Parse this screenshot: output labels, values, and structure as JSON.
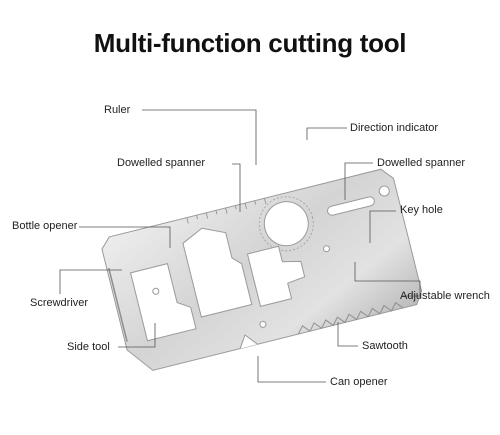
{
  "title": "Multi-function cutting tool",
  "labels": {
    "ruler": "Ruler",
    "direction_indicator": "Direction indicator",
    "dowelled_spanner_left": "Dowelled spanner",
    "dowelled_spanner_right": "Dowelled spanner",
    "key_hole": "Key hole",
    "bottle_opener": "Bottle opener",
    "screwdriver": "Screwdriver",
    "adjustable_wrench": "Adjustable wrench",
    "sawtooth": "Sawtooth",
    "side_tool": "Side tool",
    "can_opener": "Can opener"
  },
  "colors": {
    "steel_light": "#e4e4e4",
    "steel_mid": "#c9c9c9",
    "steel_dark": "#a9a9a9",
    "leader_line": "#555555"
  }
}
